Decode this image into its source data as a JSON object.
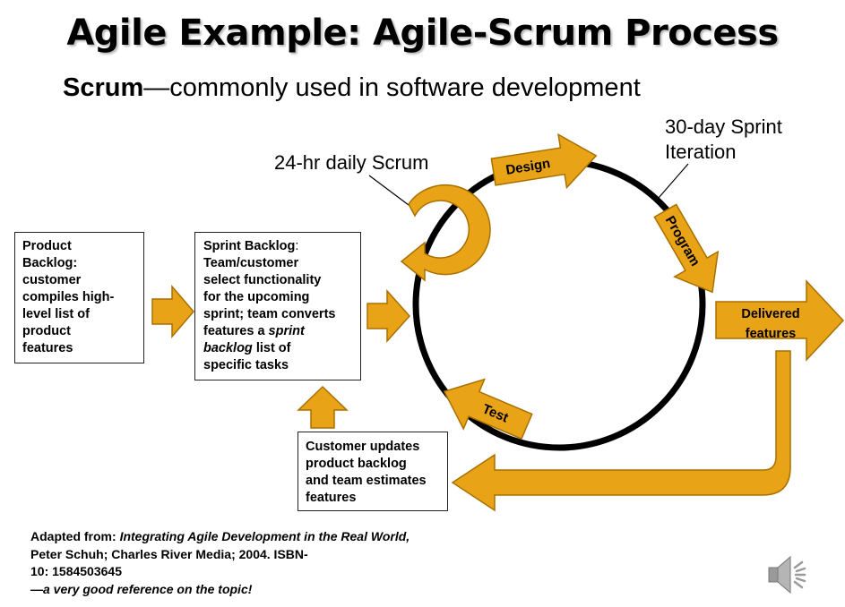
{
  "slide": {
    "title": "Agile Example: Agile-Scrum Process",
    "subtitle_bold": "Scrum",
    "subtitle_rest": "—commonly used in software development"
  },
  "labels": {
    "daily_scrum": "24-hr daily Scrum",
    "sprint_iteration_line1": "30-day Sprint",
    "sprint_iteration_line2": "Iteration"
  },
  "cycle": {
    "design": "Design",
    "program": "Program",
    "test": "Test",
    "delivered_line1": "Delivered",
    "delivered_line2": "features"
  },
  "boxes": {
    "product_backlog": [
      "Product",
      "Backlog:",
      "customer",
      "compiles high-",
      "level list of",
      "product",
      "features"
    ],
    "sprint_backlog": {
      "title": "Sprint Backlog",
      "title_suffix": ":",
      "lines": [
        "Team/customer",
        "select functionality",
        "for the upcoming",
        "sprint; team converts"
      ],
      "line5_prefix": "features a ",
      "line5_italic": "sprint",
      "line6_italic": "backlog",
      "line6_suffix": " list of",
      "line7": "specific tasks"
    },
    "customer_updates": [
      "Customer updates",
      "product backlog",
      "and team estimates",
      "features"
    ]
  },
  "footer": {
    "adapted_prefix": "Adapted from: ",
    "book_title": "Integrating Agile Development in the Real World,",
    "details_line": " Peter Schuh; Charles River Media;  2004.  ISBN-",
    "isbn_end": "10: 1584503645",
    "note": "—a very good reference on the topic!"
  },
  "colors": {
    "arrow_fill": "#E8A317",
    "arrow_stroke": "#A87000",
    "circle": "#000000"
  },
  "icons": {
    "speaker": "speaker-icon"
  }
}
